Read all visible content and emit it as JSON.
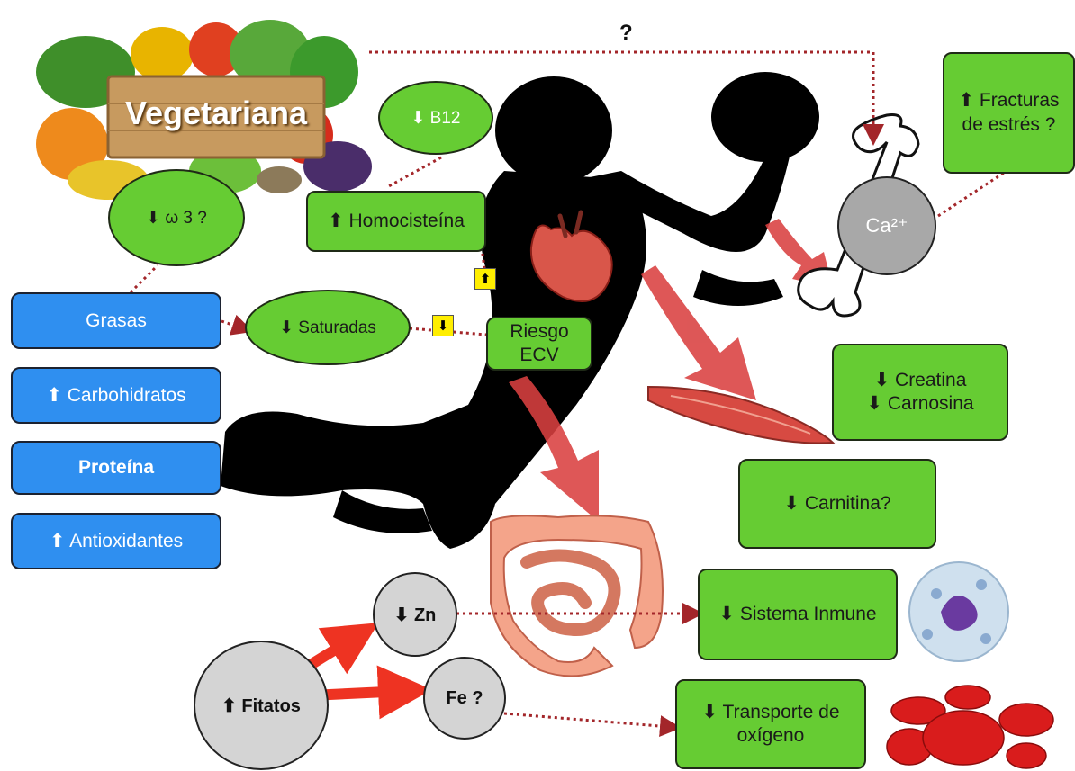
{
  "colors": {
    "green_box": "#66cc33",
    "blue_box": "#2f8ff0",
    "grey_circle": "#d4d4d4",
    "yellow_marker": "#ffee00",
    "dotted_line": "#a3262a",
    "red_arrow": "#d43a3a",
    "silhouette": "#000000"
  },
  "icons": {
    "veg_basket": "vegetables-illustration",
    "athlete": "athlete-silhouette",
    "heart": "heart-illustration",
    "muscle": "muscle-illustration",
    "intestine": "intestine-illustration",
    "bone": "bone-outline",
    "neutrophil": "immune-cell-illustration",
    "blood": "red-blood-cells-illustration"
  },
  "diagram": {
    "veg_sign": "Vegetariana",
    "question_top": "?",
    "b12": "⬇ B12",
    "omega3": "⬇ ω 3 ?",
    "homocisteina": "⬆ Homocisteína",
    "saturadas": "⬇ Saturadas",
    "riesgo": "Riesgo\nECV",
    "yellow_up": "⬆",
    "yellow_down": "⬇",
    "calcium": "Ca²⁺",
    "fracturas": "⬆ Fracturas\nde estrés ?",
    "creatina": "⬇ Creatina\n⬇ Carnosina",
    "carnitina": "⬇ Carnitina?",
    "sistema": "⬇ Sistema Inmune",
    "transporte": "⬇ Transporte de\noxígeno",
    "zn": "⬇ Zn",
    "fe": "Fe ?",
    "fitatos": "⬆ Fitatos"
  },
  "sidebar": {
    "grasas": "Grasas",
    "carbohidratos": "⬆ Carbohidratos",
    "proteina": "Proteína",
    "antioxidantes": "⬆ Antioxidantes"
  }
}
